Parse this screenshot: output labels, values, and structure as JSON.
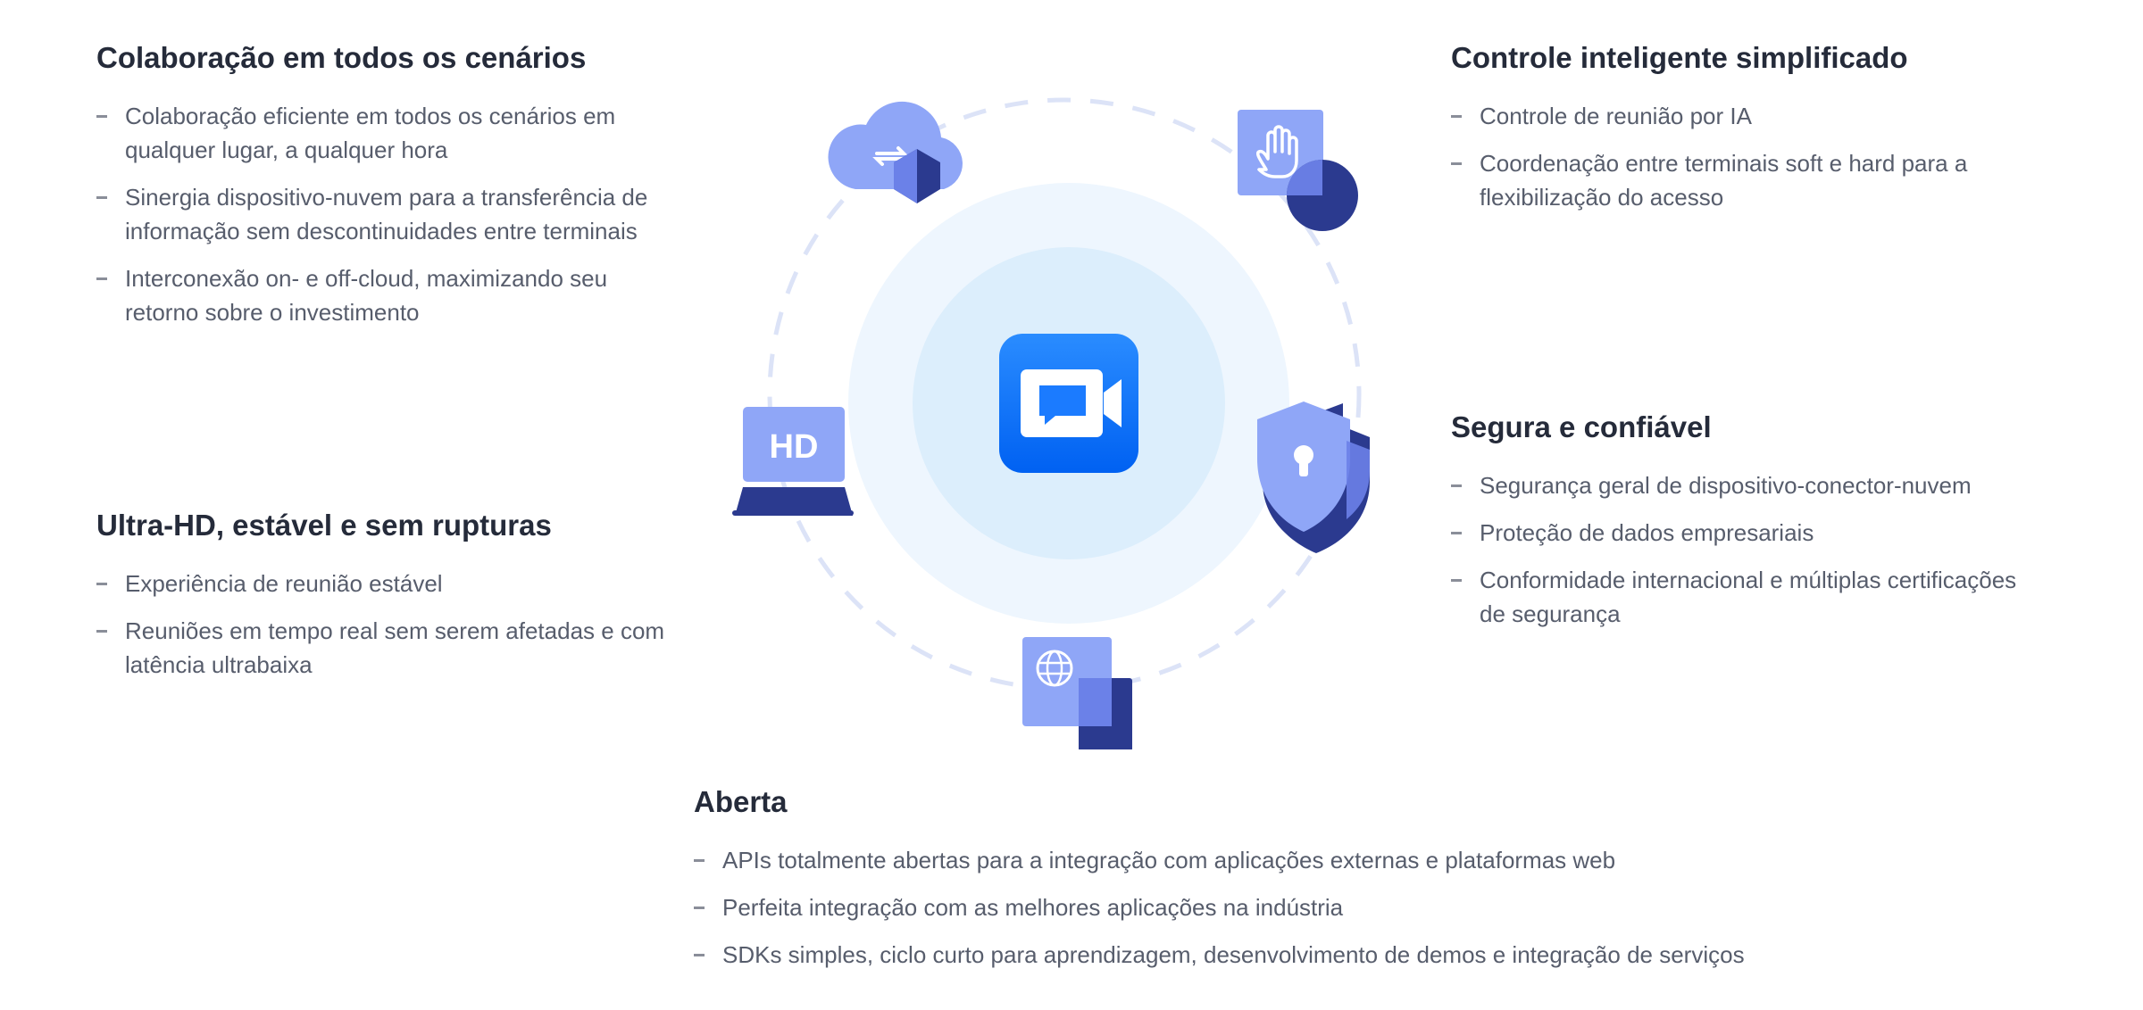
{
  "sections": {
    "collab": {
      "title": "Colaboração em todos os cenários",
      "items": [
        "Colaboração eficiente em todos os cenários em qualquer lugar, a qualquer hora",
        "Sinergia dispositivo-nuvem para a transferência de informação sem descontinuidades entre terminais",
        "Interconexão on- e off-cloud, maximizando seu retorno sobre o investimento"
      ]
    },
    "control": {
      "title": "Controle inteligente simplificado",
      "items": [
        "Controle de reunião por IA",
        "Coordenação entre terminais soft e hard para a flexibilização do acesso"
      ]
    },
    "security": {
      "title": "Segura e confiável",
      "items": [
        "Segurança geral de dispositivo-conector-nuvem",
        "Proteção de dados empresariais",
        "Conformidade internacional e múltiplas certificações de segurança"
      ]
    },
    "uhd": {
      "title": "Ultra-HD, estável e sem rupturas",
      "items": [
        "Experiência de reunião estável",
        "Reuniões em tempo real sem serem afetadas e com latência ultrabaixa"
      ]
    },
    "open": {
      "title": "Aberta",
      "items": [
        "APIs totalmente abertas para a integração com aplicações externas e plataformas web",
        "Perfeita integração com as melhores aplicações na indústria",
        "SDKs simples, ciclo curto para aprendizagem, desenvolvimento de demos e integração de serviços"
      ]
    }
  },
  "hub": {
    "center_icon": "video-meeting-icon",
    "hd_label": "HD",
    "satellite_icons": [
      "cloud-sync-icon",
      "hand-control-icon",
      "shield-lock-icon",
      "globe-document-icon",
      "hd-laptop-icon"
    ]
  },
  "colors": {
    "title": "#252b3a",
    "body": "#575d6c",
    "accent_blue": "#0a6cff",
    "dark_navy": "#2b3a8f",
    "light_icon": "#8fa6f7",
    "circle_outer": "#eef6fe",
    "circle_inner": "#dceefc"
  }
}
